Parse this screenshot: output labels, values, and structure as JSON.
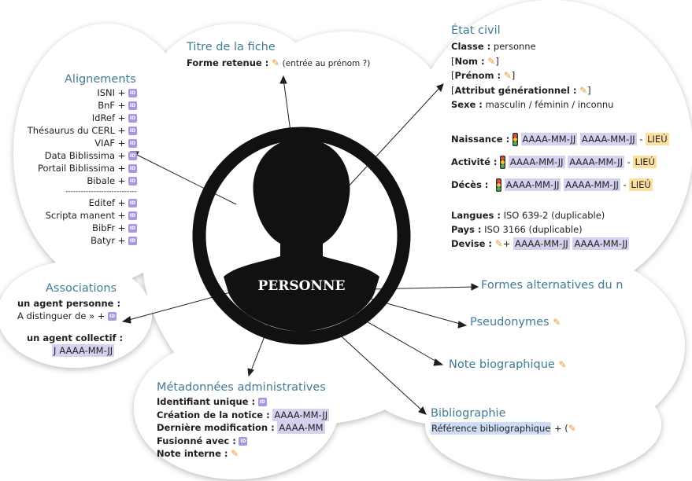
{
  "center": {
    "label": "PERSONNE"
  },
  "titre_fiche": {
    "title": "Titre de la fiche",
    "forme_label": "Forme retenue :",
    "forme_note": "(entrée au prénom ?)"
  },
  "alignements": {
    "title": "Alignements",
    "items": [
      "ISNI +",
      "BnF +",
      "IdRef +",
      "Thésaurus du CERL +",
      "VIAF +",
      "Data Biblissima +",
      "Portail Biblissima +",
      "Bibale +"
    ],
    "items2": [
      "Editef +",
      "Scripta manent +",
      "BibFr +",
      "Batyr +"
    ],
    "separator": "----------------------------"
  },
  "etat_civil": {
    "title": "État civil",
    "classe_label": "Classe :",
    "classe_value": "personne",
    "nom_open": "[",
    "nom_label": "Nom :",
    "nom_close": "]",
    "prenom_open": "[",
    "prenom_label": "Prénom :",
    "prenom_close": "]",
    "attr_open": "[",
    "attr_label": "Attribut générationnel :",
    "attr_close": "]",
    "sexe_label": "Sexe :",
    "sexe_value": "masculin / féminin / inconnu",
    "naissance_label": "Naissance :",
    "activite_label": "Activité :",
    "deces_label": "Décès :",
    "date": "AAAA-MM-JJ",
    "lieu": "LIEU",
    "lieu_short": "LIEÚ",
    "dash": "-",
    "langues_label": "Langues :",
    "langues_value": "ISO 639-2 (duplicable)",
    "pays_label": "Pays :",
    "pays_value": "ISO 3166 (duplicable)",
    "devise_label": "Devise :",
    "devise_plus": "+"
  },
  "associations": {
    "title": "Associations",
    "agent_personne": "un agent personne :",
    "distinguer": "A distinguer de » +",
    "agent_collectif": "un agent collectif :",
    "collectif_value": "AAAA-MM-JJ",
    "collectif_prefix": "J"
  },
  "formes_alt": {
    "title": "Formes alternatives du n"
  },
  "pseudonymes": {
    "title": "Pseudonymes"
  },
  "note_bio": {
    "title": "Note biographique"
  },
  "metadonnees": {
    "title": "Métadonnées administratives",
    "identifiant": "Identifiant unique :",
    "creation": "Création de la notice :",
    "creation_value": "AAAA-MM-JJ",
    "modification": "Dernière modification :",
    "modification_value": "AAAA-MM",
    "fusionne": "Fusionné avec :",
    "note": "Note interne :"
  },
  "bibliographie": {
    "title": "Bibliographie",
    "ref": "Référence bibliographique",
    "suffix": "+ ("
  },
  "colors": {
    "title": "#3f7d96",
    "date_bg": "#d6d1ef",
    "lieu_bg": "#fbe0a0",
    "id_badge": "#a896e0",
    "pencil": "#e69b2d",
    "silhouette": "#111111"
  },
  "icons": {
    "id": "id-badge-icon",
    "pencil": "pencil-icon",
    "traffic_light": "traffic-light-icon"
  }
}
